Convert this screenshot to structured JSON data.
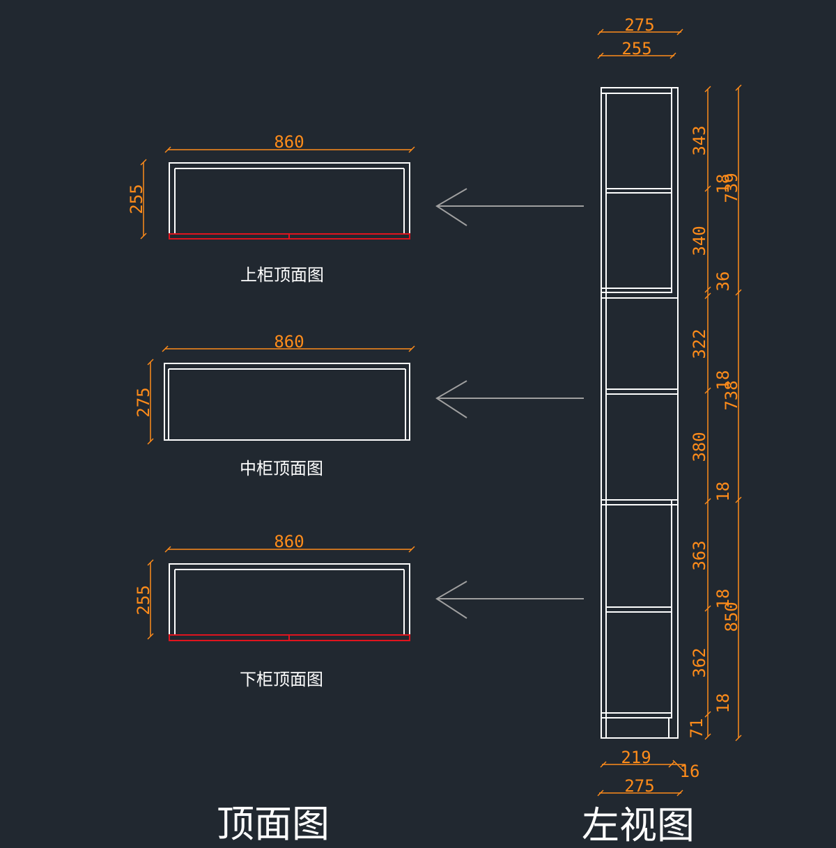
{
  "top_views": [
    {
      "width_label": "860",
      "depth_label": "255",
      "caption": "上柜顶面图"
    },
    {
      "width_label": "860",
      "depth_label": "275",
      "caption": "中柜顶面图"
    },
    {
      "width_label": "860",
      "depth_label": "255",
      "caption": "下柜顶面图"
    }
  ],
  "side_view": {
    "top_dims": [
      "275",
      "255"
    ],
    "bottom_dims": [
      "219",
      "16",
      "275"
    ],
    "inner_dims": [
      "343",
      "18",
      "340",
      "36",
      "322",
      "18",
      "380",
      "18",
      "363",
      "18",
      "362",
      "18",
      "71"
    ],
    "outer_dims": [
      "739",
      "738",
      "850"
    ]
  },
  "titles": {
    "top_view": "顶面图",
    "left_view": "左视图"
  },
  "colors": {
    "background": "#212830",
    "dimension": "#ff8c1a",
    "edge_strip": "#e0141e",
    "outline": "#ffffff",
    "arrow": "#a0a0a0"
  }
}
